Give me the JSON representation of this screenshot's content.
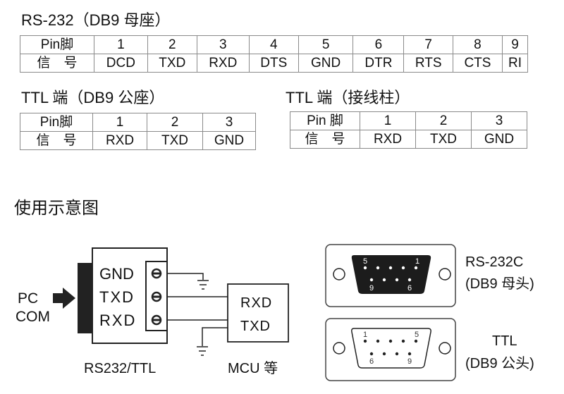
{
  "rs232_section": {
    "title": "RS-232（DB9 母座）",
    "row_labels": [
      "Pin脚",
      "信　号"
    ],
    "pins": [
      "1",
      "2",
      "3",
      "4",
      "5",
      "6",
      "7",
      "8",
      "9"
    ],
    "signals": [
      "DCD",
      "TXD",
      "RXD",
      "DTS",
      "GND",
      "DTR",
      "RTS",
      "CTS",
      "RI"
    ]
  },
  "ttl_db9_section": {
    "title": "TTL 端（DB9 公座）",
    "row_labels": [
      "Pin脚",
      "信　号"
    ],
    "pins": [
      "1",
      "2",
      "3"
    ],
    "signals": [
      "RXD",
      "TXD",
      "GND"
    ]
  },
  "ttl_terminal_section": {
    "title": "TTL 端（接线柱）",
    "row_labels": [
      "Pin 脚",
      "信　号"
    ],
    "pins": [
      "1",
      "2",
      "3"
    ],
    "signals": [
      "RXD",
      "TXD",
      "GND"
    ]
  },
  "usage_diagram": {
    "title": "使用示意图",
    "pc_label_line1": "PC",
    "pc_label_line2": "COM",
    "module_pins": [
      "GND",
      "TXD",
      "RXD"
    ],
    "module_label": "RS232/TTL",
    "mcu_pins": [
      "RXD",
      "TXD"
    ],
    "mcu_label": "MCU 等"
  },
  "connectors": {
    "female": {
      "name_line1": "RS-232C",
      "name_line2": "(DB9 母头)",
      "pin_labels": {
        "top_left": "5",
        "top_right": "1",
        "bottom_left": "9",
        "bottom_right": "6"
      }
    },
    "male": {
      "name_line1": "TTL",
      "name_line2": "(DB9 公头)",
      "pin_labels": {
        "top_left": "1",
        "top_right": "5",
        "bottom_left": "6",
        "bottom_right": "9"
      }
    }
  }
}
